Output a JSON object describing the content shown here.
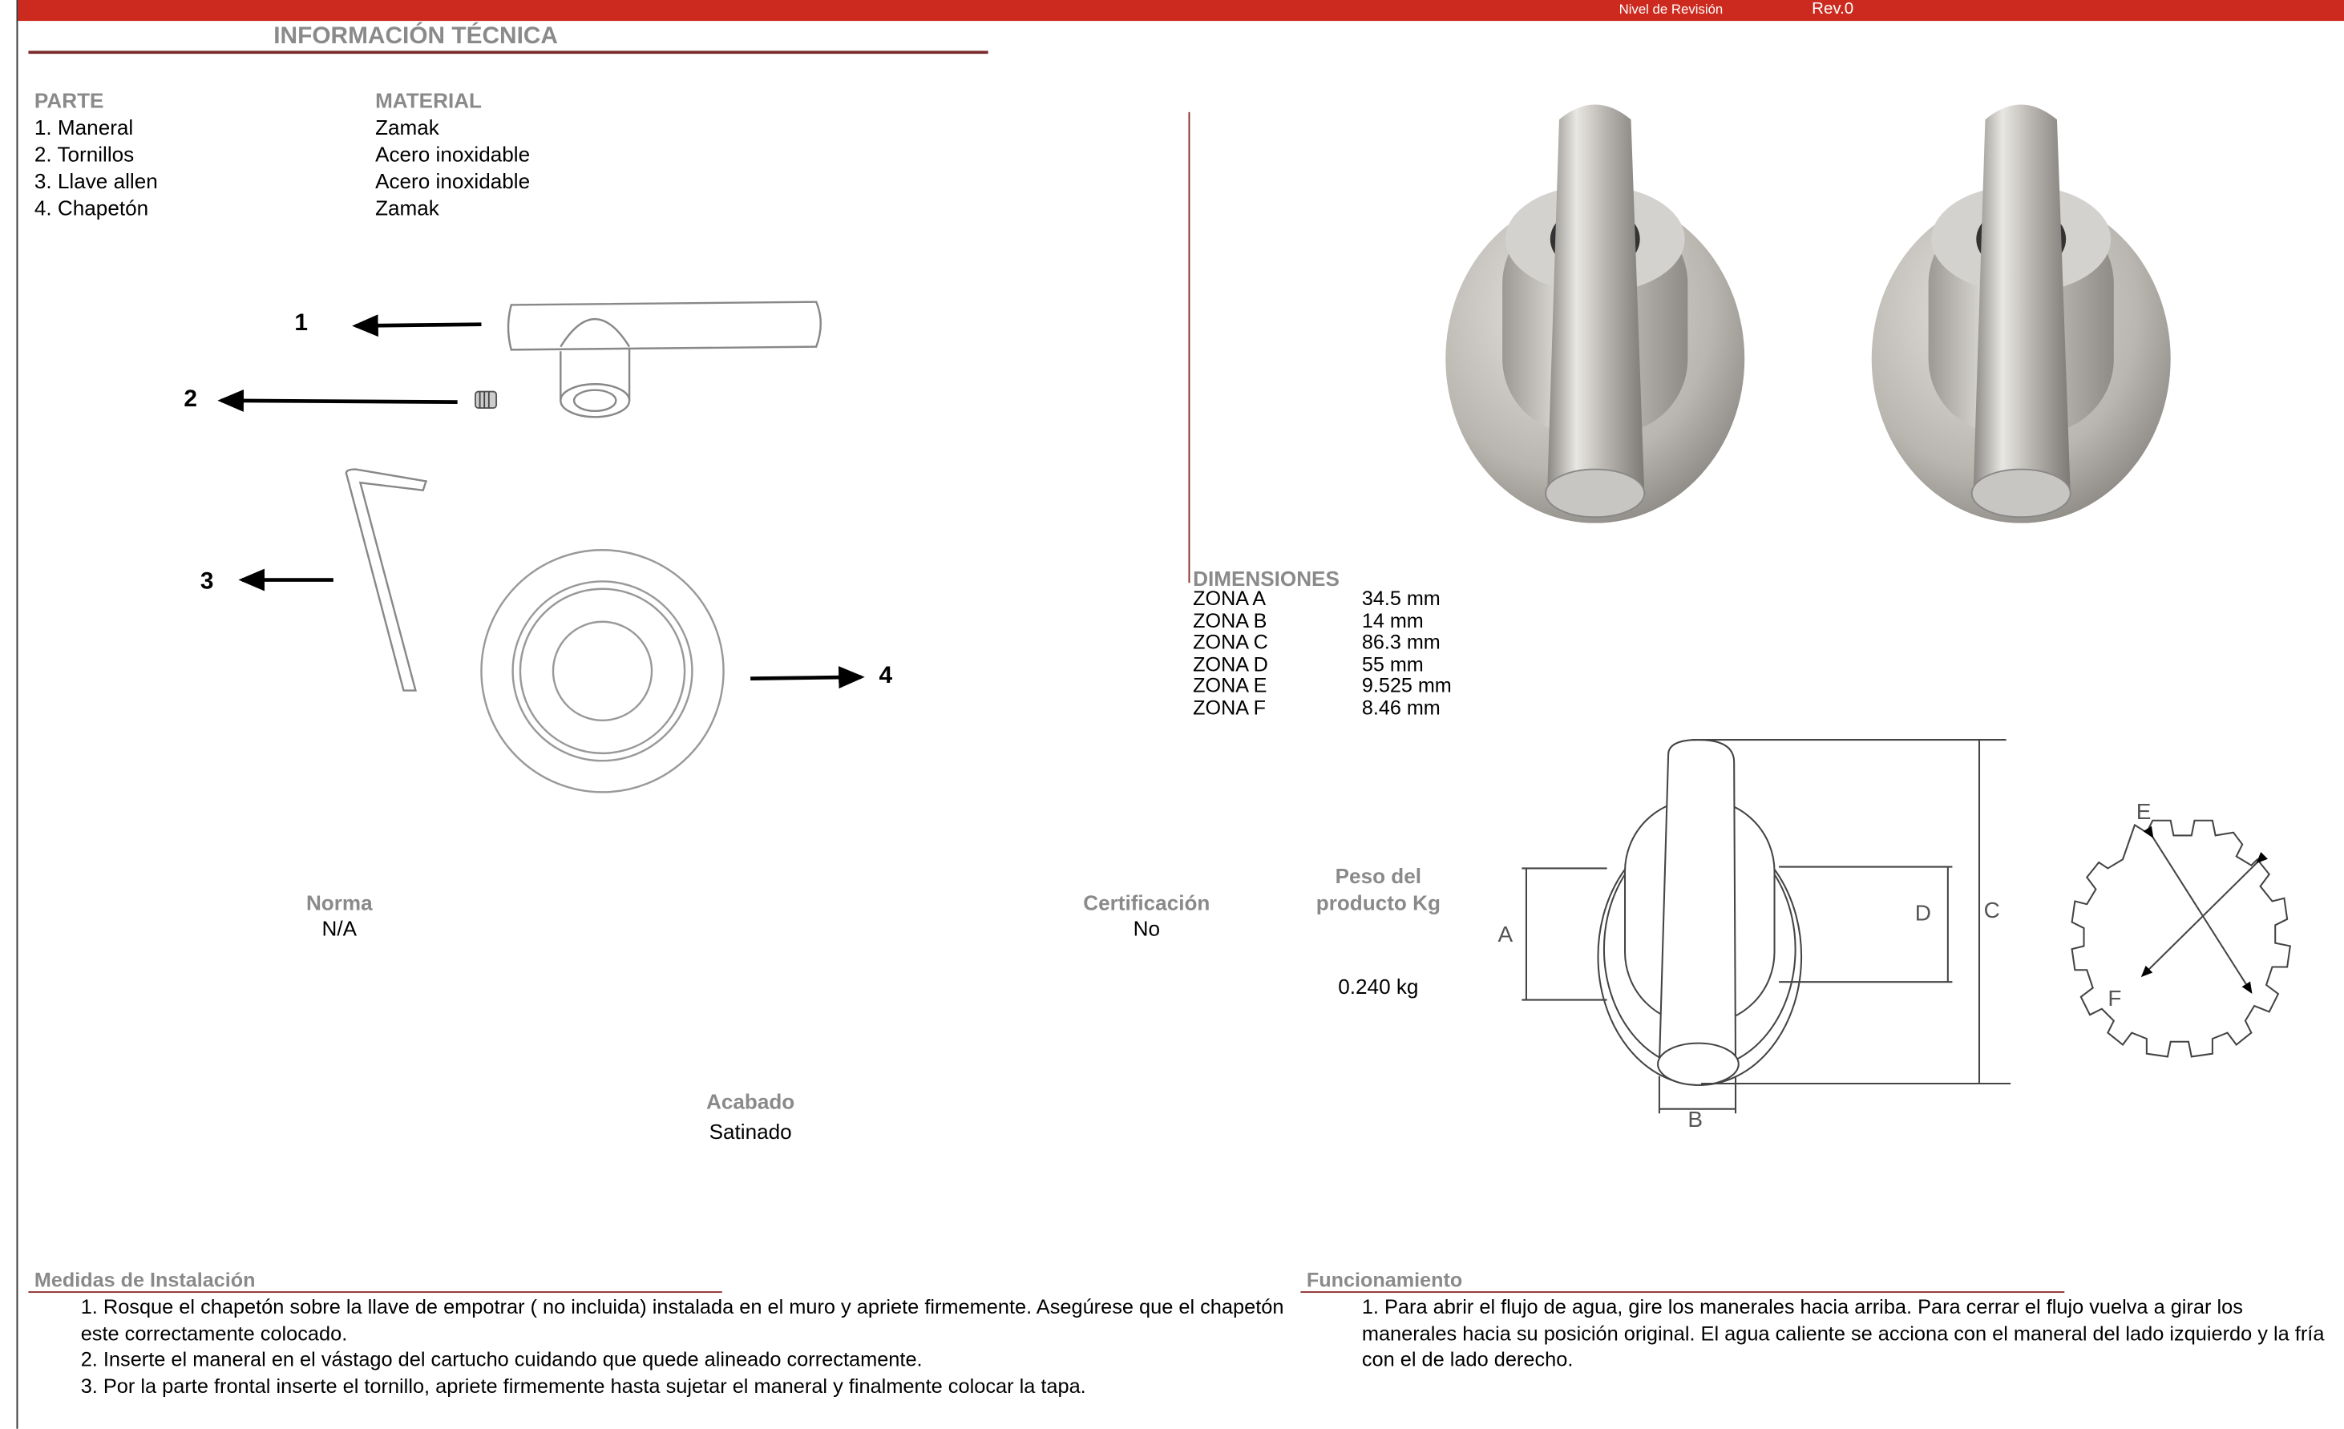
{
  "header": {
    "revision_label": "Nivel de Revisión",
    "revision_value": "Rev.0",
    "title": "INFORMACIÓN TÉCNICA",
    "accent_color": "#cc2a1e"
  },
  "parts": {
    "col_part": "PARTE",
    "col_material": "MATERIAL",
    "rows": [
      {
        "part": "1. Maneral",
        "material": "Zamak"
      },
      {
        "part": "2. Tornillos",
        "material": "Acero inoxidable"
      },
      {
        "part": "3. Llave allen",
        "material": "Acero inoxidable"
      },
      {
        "part": "4. Chapetón",
        "material": "Zamak"
      }
    ]
  },
  "diagram_labels": [
    "1",
    "2",
    "3",
    "4"
  ],
  "dimensions": {
    "title": "DIMENSIONES",
    "rows": [
      {
        "zone": "ZONA A",
        "value": "34.5 mm"
      },
      {
        "zone": "ZONA B",
        "value": "14 mm"
      },
      {
        "zone": "ZONA C",
        "value": "86.3 mm"
      },
      {
        "zone": "ZONA D",
        "value": "55 mm"
      },
      {
        "zone": "ZONA E",
        "value": "9.525 mm"
      },
      {
        "zone": "ZONA F",
        "value": "8.46 mm"
      }
    ],
    "drawing_labels": {
      "a": "A",
      "b": "B",
      "c": "C",
      "d": "D",
      "e": "E",
      "f": "F"
    }
  },
  "specs": {
    "norma_label": "Norma",
    "norma_value": "N/A",
    "cert_label": "Certificación",
    "cert_value": "No",
    "weight_label_1": "Peso del",
    "weight_label_2": "producto Kg",
    "weight_value": "0.240 kg",
    "finish_label": "Acabado",
    "finish_value": "Satinado"
  },
  "installation": {
    "title": "Medidas de Instalación",
    "steps": [
      "1. Rosque el chapetón sobre la llave de empotrar ( no incluida) instalada en el muro y apriete firmemente. Asegúrese que el chapetón este correctamente colocado.",
      "2. Inserte el maneral  en el vástago del cartucho cuidando que quede alineado correctamente.",
      "3. Por la parte frontal inserte el tornillo, apriete firmemente hasta sujetar el maneral y finalmente colocar la tapa."
    ]
  },
  "operation": {
    "title": "Funcionamiento",
    "text": "1. Para abrir el flujo de agua, gire los manerales hacia arriba. Para cerrar el flujo vuelva a girar los manerales hacia su posición original. El agua caliente se acciona con el maneral del lado izquierdo y la fría con el de lado derecho."
  }
}
